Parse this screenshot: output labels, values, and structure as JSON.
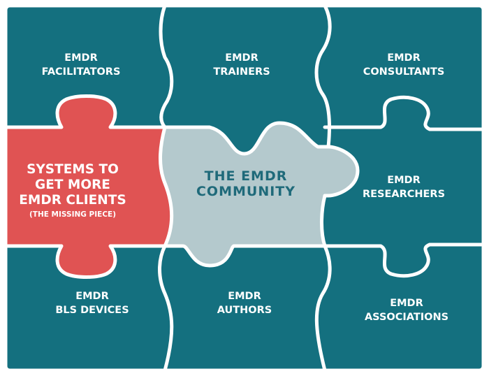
{
  "colors": {
    "teal": "#14707f",
    "red": "#e05353",
    "grey": "#b4c9cd",
    "seam": "#ffffff",
    "center_text": "#1f6a7a"
  },
  "pieces": {
    "facilitators": {
      "line1": "EMDR",
      "line2": "FACILITATORS"
    },
    "trainers": {
      "line1": "EMDR",
      "line2": "TRAINERS"
    },
    "consultants": {
      "line1": "EMDR",
      "line2": "CONSULTANTS"
    },
    "missing": {
      "line1": "SYSTEMS TO",
      "line2": "GET MORE",
      "line3": "EMDR CLIENTS",
      "line4": "(THE MISSING PIECE)"
    },
    "community": {
      "line1": "THE EMDR",
      "line2": "COMMUNITY"
    },
    "researchers": {
      "line1": "EMDR",
      "line2": "RESEARCHERS"
    },
    "bls_devices": {
      "line1": "EMDR",
      "line2": "BLS DEVICES"
    },
    "authors": {
      "line1": "EMDR",
      "line2": "AUTHORS"
    },
    "associations": {
      "line1": "EMDR",
      "line2": "ASSOCIATIONS"
    }
  }
}
